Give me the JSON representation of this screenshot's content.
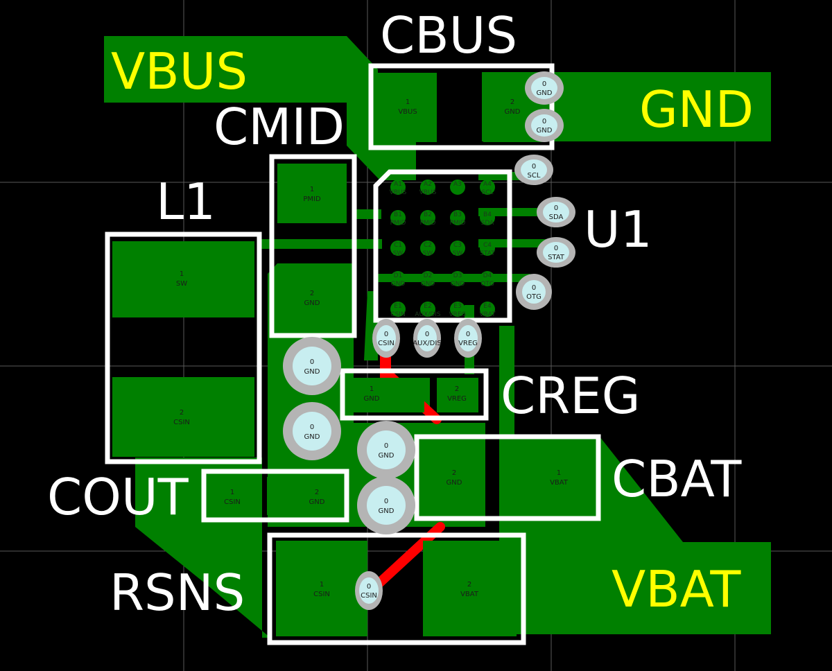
{
  "colors": {
    "background": "#000000",
    "copper": "#008000",
    "grid": "#5a5a5a",
    "silkscreen": "#ffffff",
    "net_label": "#ffff00",
    "via_ring": "#b4b4b4",
    "via_hole": "#c8eef0",
    "trace_red": "#ff0000"
  },
  "nets": {
    "vbus": "VBUS",
    "gnd": "GND",
    "vbat": "VBAT"
  },
  "refs": {
    "cbus": "CBUS",
    "cmid": "CMID",
    "l1": "L1",
    "u1": "U1",
    "creg": "CREG",
    "cbat": "CBAT",
    "cout": "COUT",
    "rsns": "RSNS"
  },
  "pads": {
    "cbus1": {
      "num": "1",
      "net": "VBUS"
    },
    "cbus2": {
      "num": "2",
      "net": "GND"
    },
    "cmid1": {
      "num": "1",
      "net": "PMID"
    },
    "cmid2": {
      "num": "2",
      "net": "GND"
    },
    "l1_1": {
      "num": "1",
      "net": "SW"
    },
    "l1_2": {
      "num": "2",
      "net": "CSIN"
    },
    "creg1": {
      "num": "1",
      "net": "GND"
    },
    "creg2": {
      "num": "2",
      "net": "VREG"
    },
    "cbat2": {
      "num": "2",
      "net": "GND"
    },
    "cbat1": {
      "num": "1",
      "net": "VBAT"
    },
    "cout1": {
      "num": "1",
      "net": "CSIN"
    },
    "cout2": {
      "num": "2",
      "net": "GND"
    },
    "rsns1": {
      "num": "1",
      "net": "CSIN"
    },
    "rsns2": {
      "num": "2",
      "net": "VBAT"
    }
  },
  "vias": [
    {
      "num": "0",
      "net": "GND"
    },
    {
      "num": "0",
      "net": "GND"
    },
    {
      "num": "0",
      "net": "SCL"
    },
    {
      "num": "0",
      "net": "SDA"
    },
    {
      "num": "0",
      "net": "STAT"
    },
    {
      "num": "0",
      "net": "OTG"
    },
    {
      "num": "0",
      "net": "CSIN"
    },
    {
      "num": "0",
      "net": "AUX/DIS"
    },
    {
      "num": "0",
      "net": "VREG"
    },
    {
      "num": "0",
      "net": "GND"
    },
    {
      "num": "0",
      "net": "GND"
    },
    {
      "num": "0",
      "net": "GND"
    },
    {
      "num": "0",
      "net": "GND"
    },
    {
      "num": "0",
      "net": "CSIN"
    }
  ],
  "bga": [
    {
      "id": "A1",
      "net": "VBUS"
    },
    {
      "id": "A2",
      "net": "VBUS"
    },
    {
      "id": "A3",
      "net": ""
    },
    {
      "id": "A4",
      "net": "SCL"
    },
    {
      "id": "B1",
      "net": "PMID"
    },
    {
      "id": "B2",
      "net": "PMID"
    },
    {
      "id": "B3",
      "net": "PMID"
    },
    {
      "id": "B4",
      "net": "SDA"
    },
    {
      "id": "C1",
      "net": "SW"
    },
    {
      "id": "C2",
      "net": "SW"
    },
    {
      "id": "C3",
      "net": "SW"
    },
    {
      "id": "C4",
      "net": "STAT"
    },
    {
      "id": "D1",
      "net": "GND"
    },
    {
      "id": "D2",
      "net": "GND"
    },
    {
      "id": "D3",
      "net": "GND"
    },
    {
      "id": "D4",
      "net": "OTG"
    },
    {
      "id": "E1",
      "net": "CSIN"
    },
    {
      "id": "E2",
      "net": "AUX/DIS"
    },
    {
      "id": "E3",
      "net": "VREG"
    },
    {
      "id": "E4",
      "net": "VBAT"
    }
  ]
}
